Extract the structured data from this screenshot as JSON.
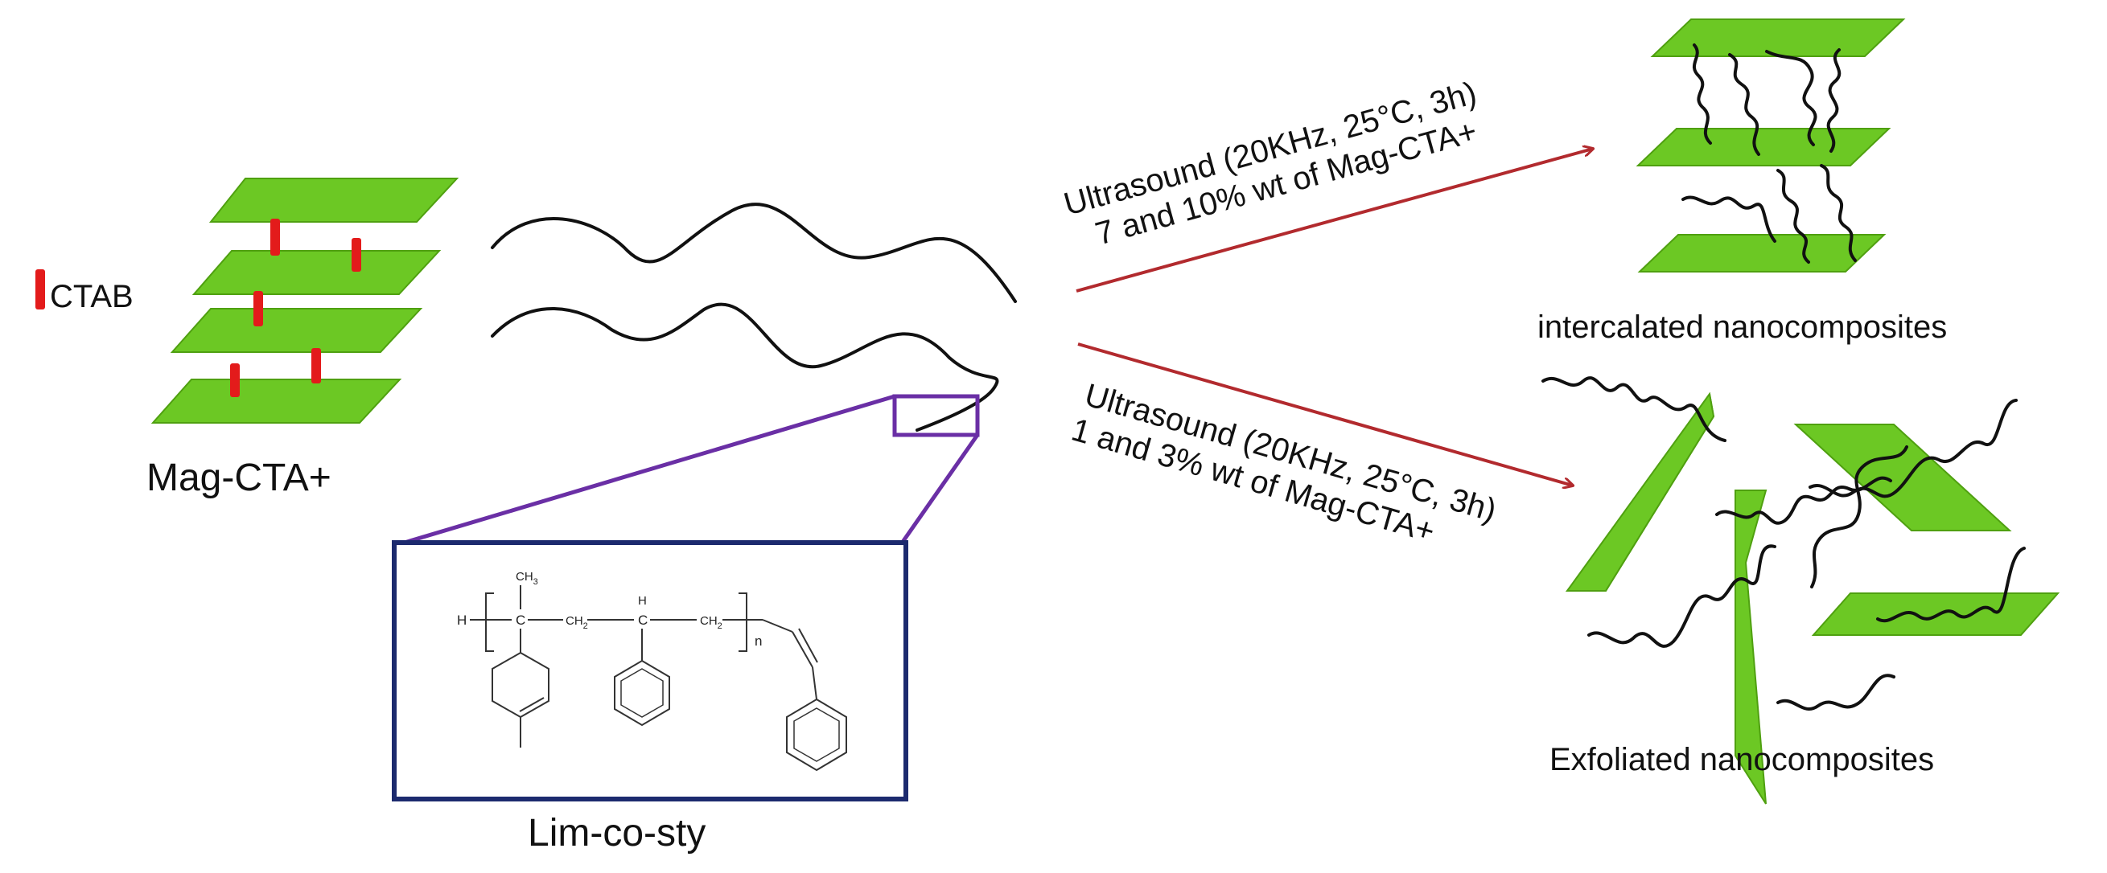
{
  "colors": {
    "sheet": "#6cc824",
    "surfactant": "#e31b1b",
    "arrow": "#b22a2e",
    "zoom_outline": "#6a2fa5",
    "inset_border": "#1c2a6e",
    "text": "#111111"
  },
  "legend": {
    "ctab_label": "CTAB"
  },
  "clay": {
    "label": "Mag-CTA+"
  },
  "copolymer": {
    "label": "Lim-co-sty"
  },
  "structure": {
    "methyl": "CH",
    "methyl_sub": "3",
    "h_end": "H",
    "ch2_a": "CH",
    "ch2_a_sub": "2",
    "ch": "H",
    "ch_c": "C",
    "c_quat": "C",
    "ch2_b": "CH",
    "ch2_b_sub": "2",
    "repeat": "n"
  },
  "upper_path": {
    "line1": "Ultrasound (20KHz, 25°C, 3h)",
    "line2": "7 and 10% wt of Mag-CTA+"
  },
  "lower_path": {
    "line1": "Ultrasound (20KHz, 25°C, 3h)",
    "line2": "1 and 3% wt of Mag-CTA+"
  },
  "products": {
    "intercalated": "intercalated nanocomposites",
    "exfoliated": "Exfoliated nanocomposites"
  }
}
